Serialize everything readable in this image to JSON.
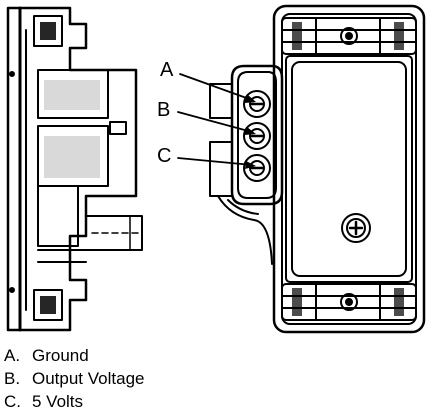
{
  "callouts": [
    {
      "letter": "A"
    },
    {
      "letter": "B"
    },
    {
      "letter": "C"
    }
  ],
  "legend": [
    {
      "key": "A.",
      "text": "Ground"
    },
    {
      "key": "B.",
      "text": "Output Voltage"
    },
    {
      "key": "C.",
      "text": "5 Volts"
    }
  ]
}
